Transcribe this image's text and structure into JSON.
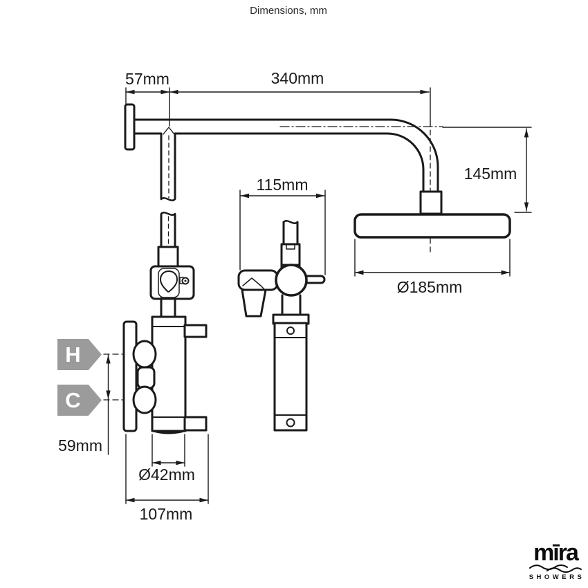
{
  "title": "Dimensions, mm",
  "drawing": {
    "dimension_labels": {
      "wall_to_pipe_centre": "57mm",
      "arm_reach": "340mm",
      "drop_to_head": "145mm",
      "handset_assembly_width": "115mm",
      "head_diameter": "Ø185mm",
      "inlet_centres": "59mm",
      "valve_body_diameter": "Ø42mm",
      "valve_overall_width": "107mm"
    },
    "inlet_markers": {
      "hot": "H",
      "cold": "C"
    }
  },
  "branding": {
    "brand": "mīra",
    "tagline": "SHOWERS"
  },
  "colors": {
    "line": "#1a1a1a",
    "background": "#ffffff",
    "inlet_marker_fill": "#9b9b9b",
    "inlet_marker_text": "#ffffff"
  }
}
